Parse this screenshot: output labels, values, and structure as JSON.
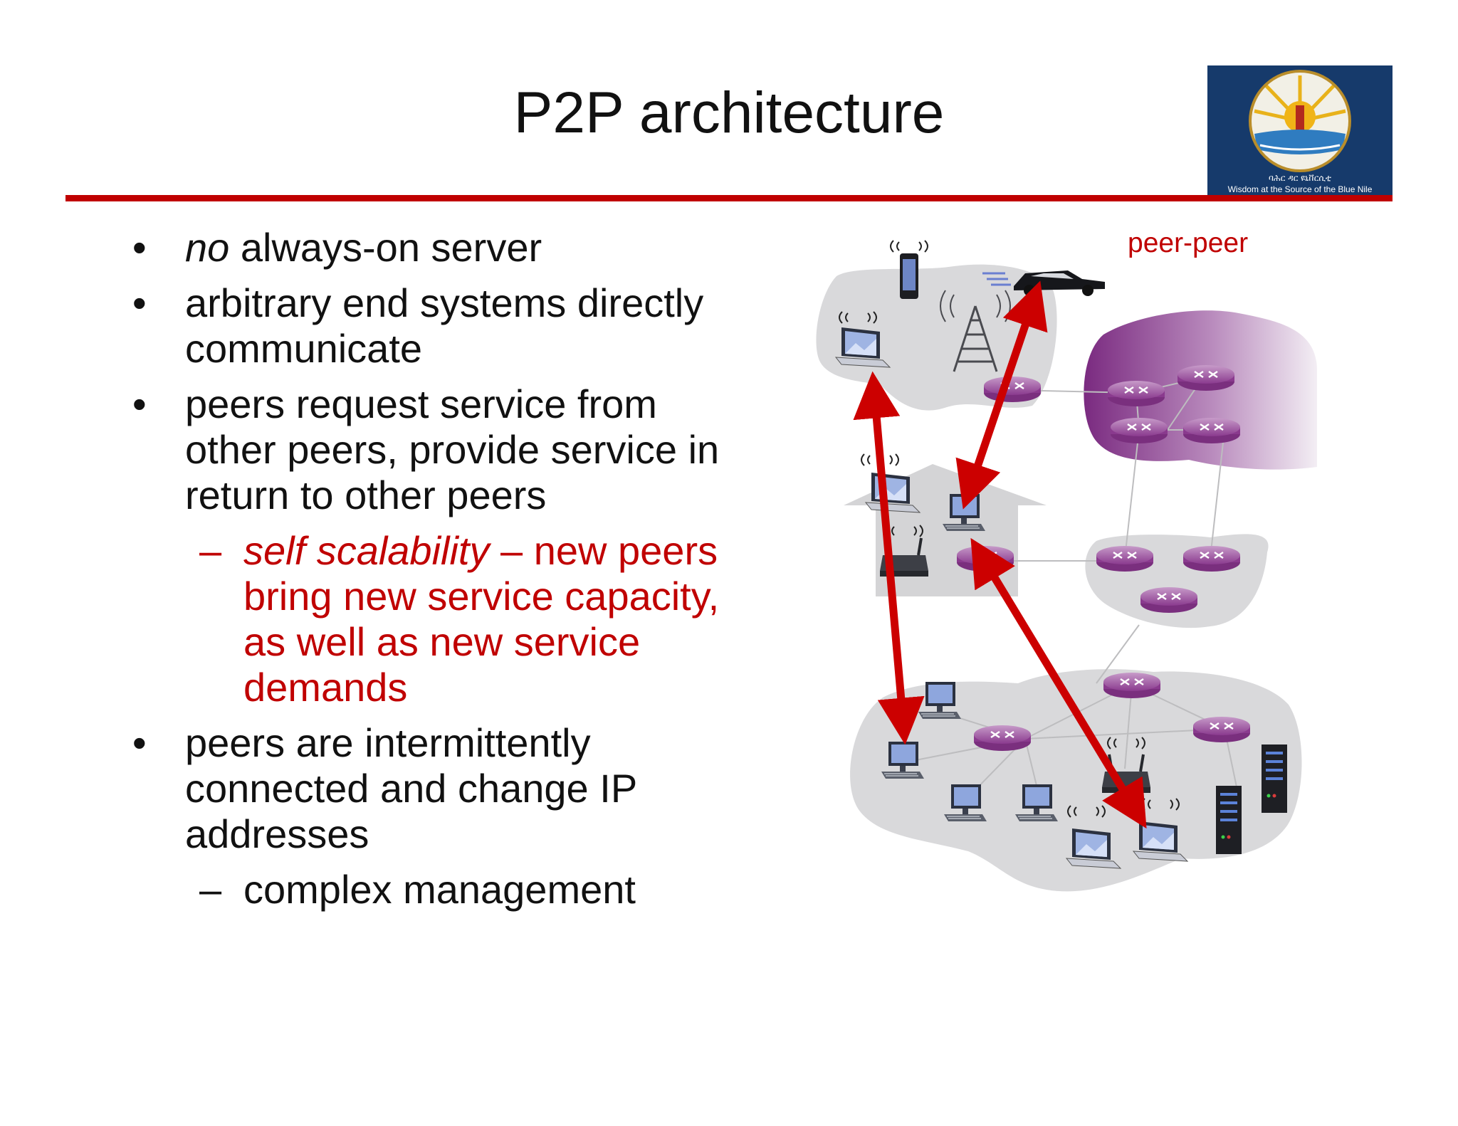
{
  "slide": {
    "title": "P2P architecture",
    "logo": {
      "caption_line1": "ባሕር ዳር ዩኒቨርሲቲ",
      "caption_line2": "Wisdom at the Source of the Blue Nile"
    },
    "bullets": [
      {
        "em": "no",
        "text": " always-on server"
      },
      {
        "text": "arbitrary end systems directly communicate"
      },
      {
        "text": "peers request service from other peers, provide service in return to other peers"
      },
      {
        "sub_em": "self scalability",
        "sub_text": " – new peers bring new service capacity, as well as new service demands"
      },
      {
        "text": "peers are intermittently connected and change IP addresses"
      },
      {
        "sub_text": "complex management"
      }
    ],
    "sub_dash": "–",
    "diagram_label": "peer-peer"
  },
  "colors": {
    "accent_red": "#c00000",
    "router_purple": "#8a3a8e",
    "cloud_gray": "#d9d9db"
  },
  "icons": [
    "smartphone-icon",
    "car-icon",
    "cell-tower-icon",
    "laptop-icon",
    "desktop-icon",
    "router-icon",
    "wifi-router-icon",
    "server-icon",
    "house-icon",
    "double-arrow-icon"
  ]
}
